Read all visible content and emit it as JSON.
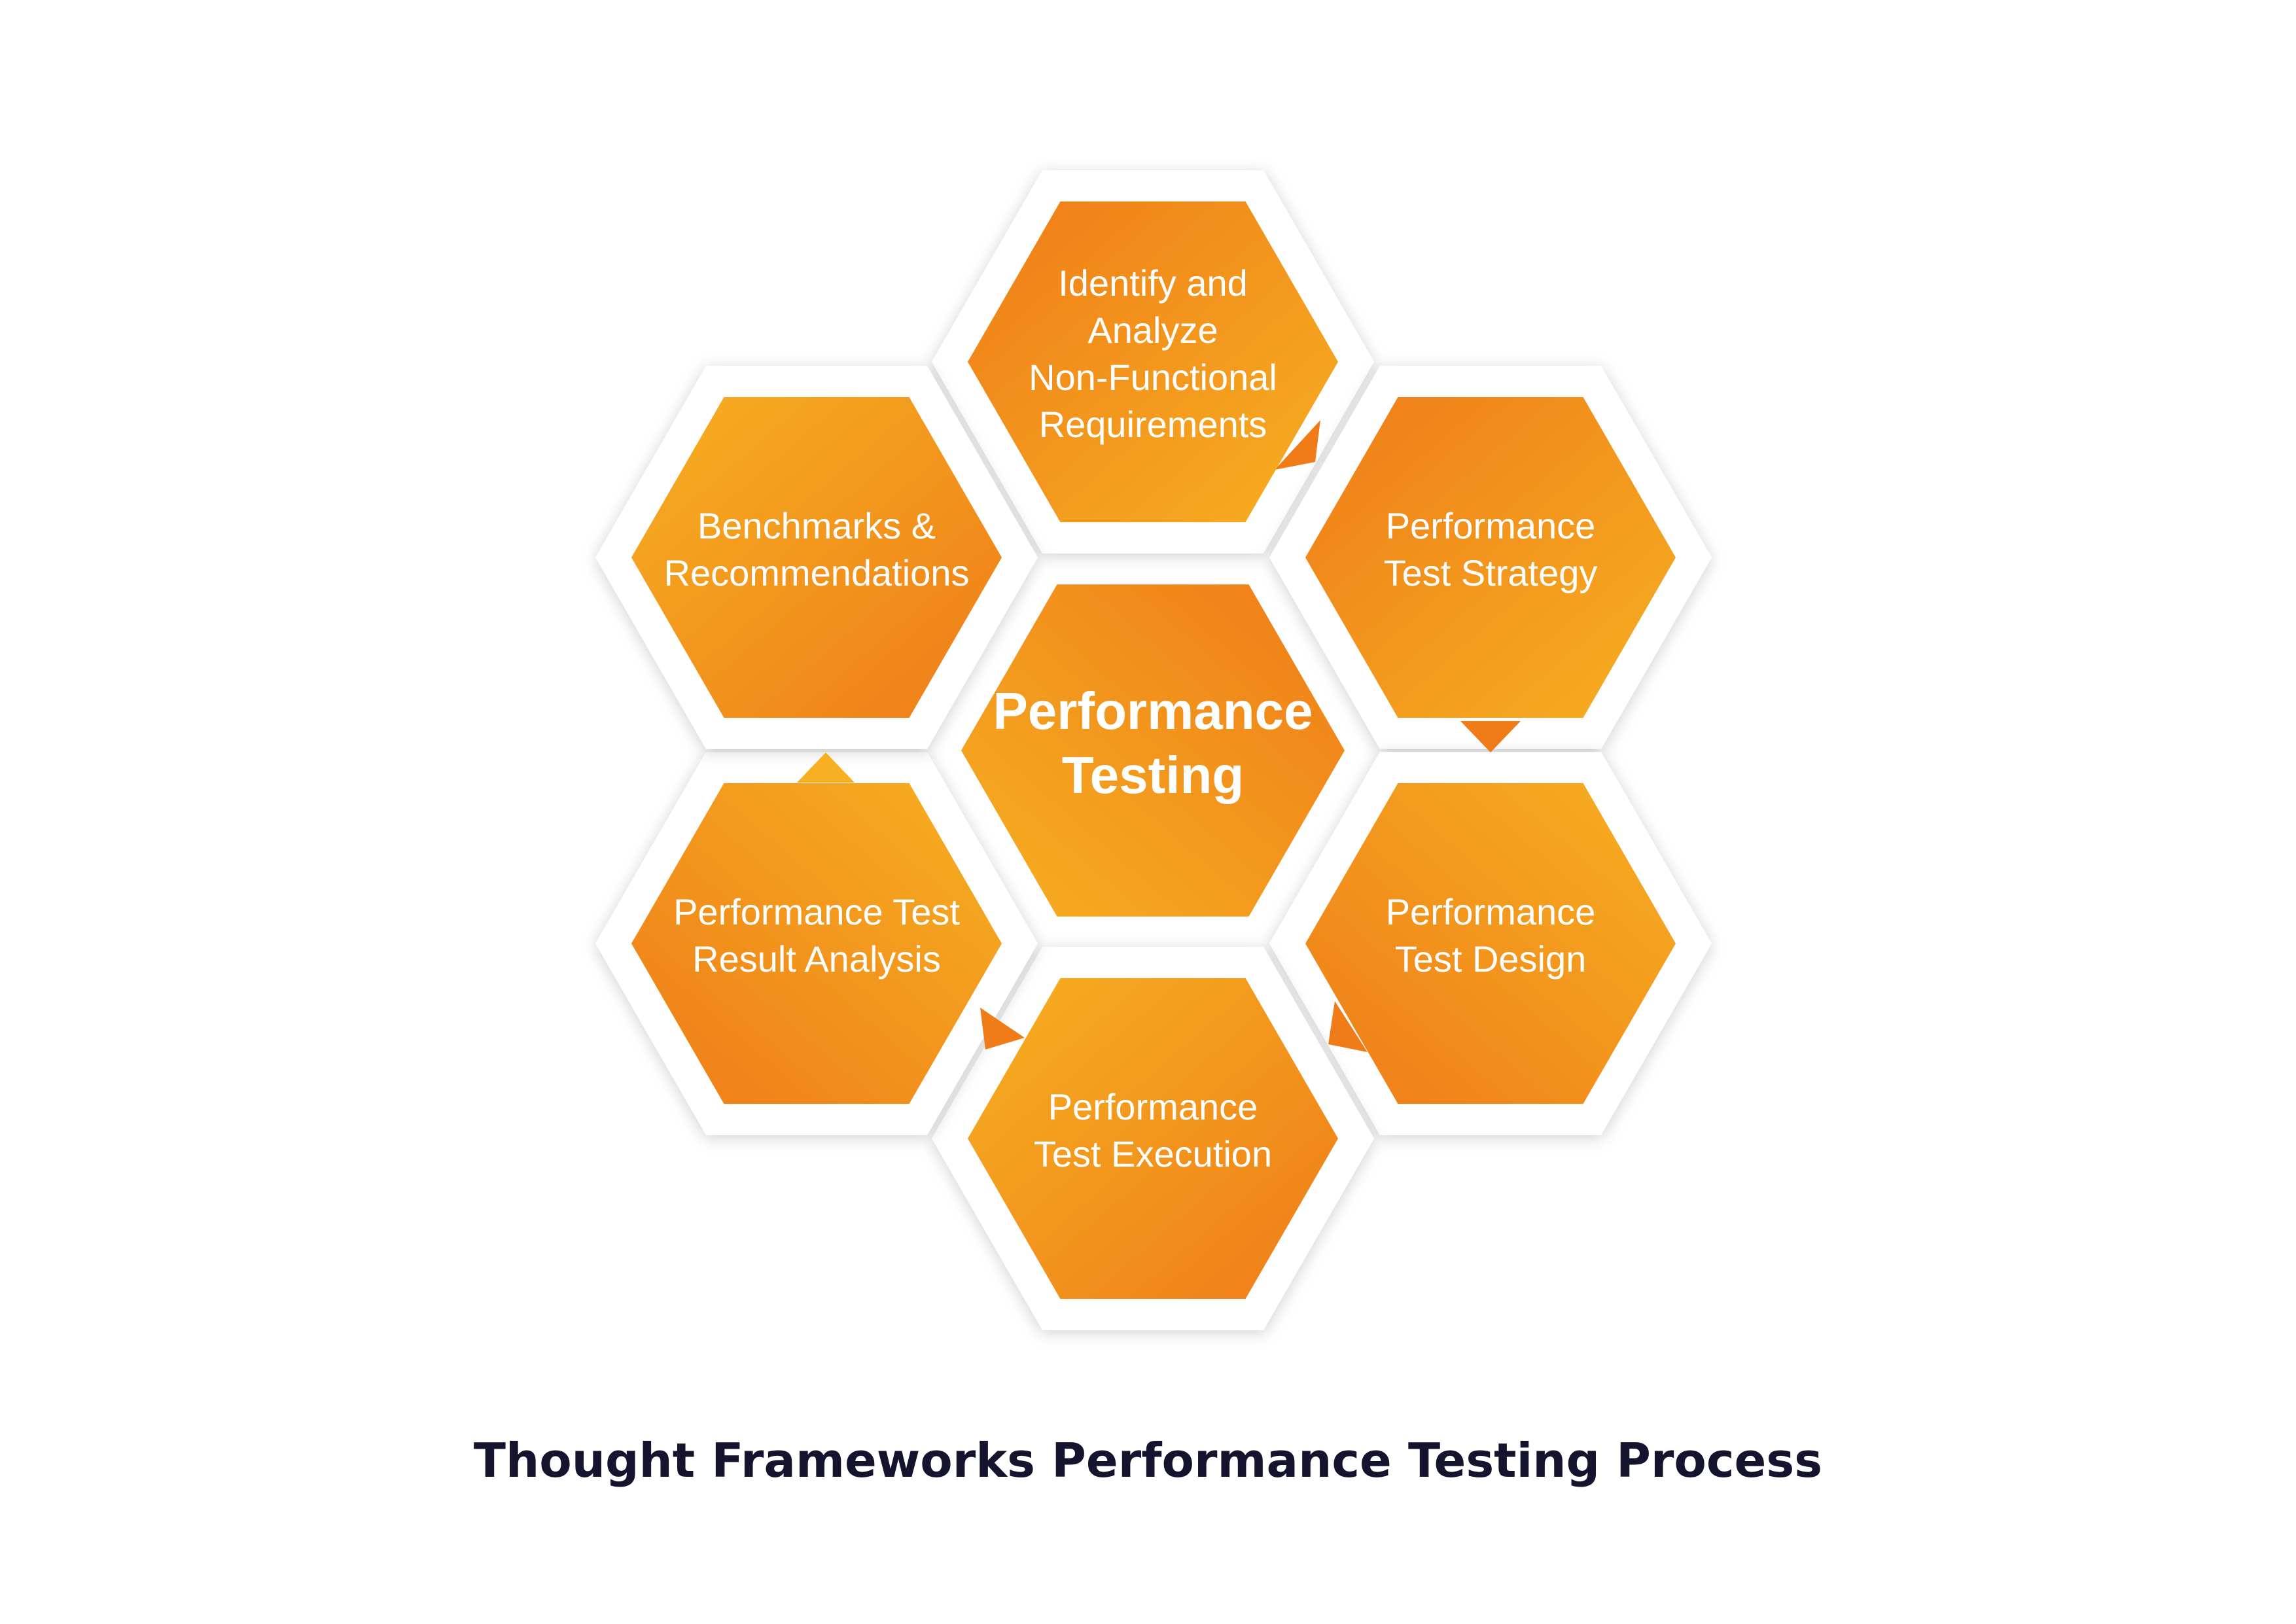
{
  "diagram": {
    "center": {
      "lines": [
        "Performance",
        "Testing"
      ]
    },
    "steps": [
      {
        "id": "requirements",
        "lines": [
          "Identify and",
          "Analyze",
          "Non-Functional",
          "Requirements"
        ]
      },
      {
        "id": "strategy",
        "lines": [
          "Performance",
          "Test Strategy"
        ]
      },
      {
        "id": "design",
        "lines": [
          "Performance",
          "Test Design"
        ]
      },
      {
        "id": "execution",
        "lines": [
          "Performance",
          "Test Execution"
        ]
      },
      {
        "id": "analysis",
        "lines": [
          "Performance Test",
          "Result Analysis"
        ]
      },
      {
        "id": "benchmarks",
        "lines": [
          "Benchmarks &",
          "Recommendations"
        ]
      }
    ],
    "caption": "Thought Frameworks Performance Testing Process",
    "colors": {
      "hex_light": "#f6b022",
      "hex_dark": "#ef7c18",
      "frame": "#ffffff",
      "caption": "#14142e"
    }
  }
}
